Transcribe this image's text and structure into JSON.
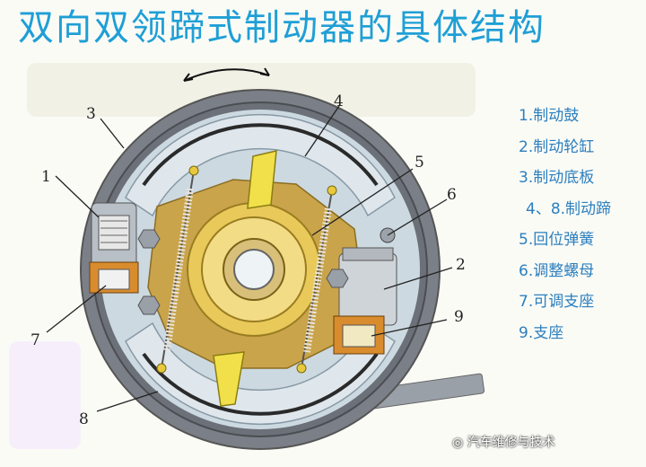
{
  "title": "双向双领蹄式制动器的具体结构",
  "callouts": [
    "1",
    "2",
    "3",
    "4",
    "5",
    "6",
    "7",
    "8",
    "9"
  ],
  "legend": [
    "1.制动鼓",
    "2.制动轮缸",
    "3.制动底板",
    "4、8.制动蹄",
    "5.回位弹簧",
    "6.调整螺母",
    "7.可调支座",
    "9.支座"
  ],
  "watermark": "汽车维修与技术",
  "colors": {
    "title": "#1f9fd6",
    "legend_text": "#2b7fbf",
    "drum": "#7b7f87",
    "shoe": "#d4dfe6",
    "plate": "#c9a44a",
    "hub": "#e8c95a",
    "anchor": "#f2e04a"
  }
}
